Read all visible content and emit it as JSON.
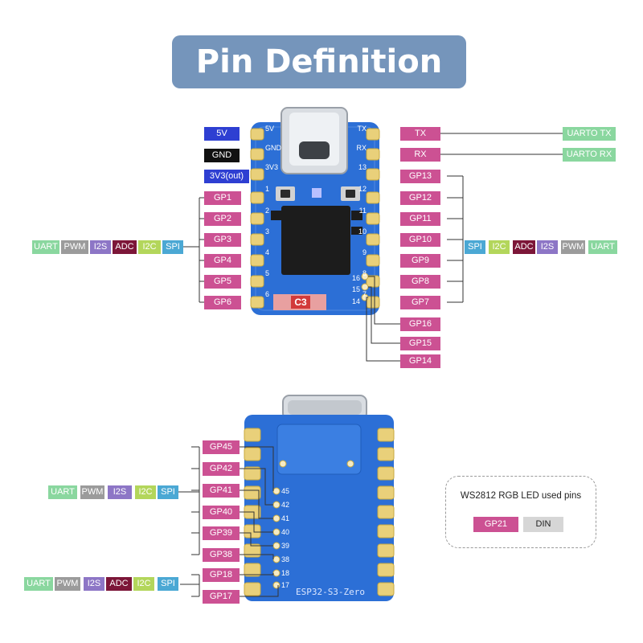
{
  "title": "Pin Definition",
  "top": {
    "power_labels": [
      {
        "text": "5V",
        "style": "blue"
      },
      {
        "text": "GND",
        "style": "black"
      },
      {
        "text": "3V3(out)",
        "style": "blue"
      }
    ],
    "left_pins": [
      "GP1",
      "GP2",
      "GP3",
      "GP4",
      "GP5",
      "GP6"
    ],
    "left_functions": [
      "UART",
      "PWM",
      "I2S",
      "ADC",
      "I2C",
      "SPI"
    ],
    "right_pins": [
      "TX",
      "RX",
      "GP13",
      "GP12",
      "GP11",
      "GP10",
      "GP9",
      "GP8",
      "GP7",
      "GP16",
      "GP15",
      "GP14"
    ],
    "uart_out": [
      "UARTO TX",
      "UARTO RX"
    ],
    "right_functions": [
      "SPI",
      "I2C",
      "ADC",
      "I2S",
      "PWM",
      "UART"
    ],
    "board_left_silk": [
      "5V",
      "GND",
      "3V3",
      "1",
      "2",
      "3",
      "4",
      "5",
      "6"
    ],
    "board_right_silk": [
      "TX",
      "RX",
      "13",
      "12",
      "11",
      "10",
      "9",
      "8",
      "7",
      "16",
      "15",
      "14"
    ],
    "board_chip_label": "C3"
  },
  "bottom": {
    "left_pins": [
      "GP45",
      "GP42",
      "GP41",
      "GP40",
      "GP39",
      "GP38",
      "GP18",
      "GP17"
    ],
    "functions_a": [
      "UART",
      "PWM",
      "I2S",
      "I2C",
      "SPI"
    ],
    "functions_b": [
      "UART",
      "PWM",
      "I2S",
      "ADC",
      "I2C",
      "SPI"
    ],
    "silk_numbers": [
      "45",
      "42",
      "41",
      "40",
      "39",
      "38",
      "18",
      "17"
    ],
    "board_label": "ESP32-S3-Zero"
  },
  "legend": {
    "title": "WS2812 RGB LED used pins",
    "pin": "GP21",
    "signal": "DIN"
  },
  "colors": {
    "pin_label": "#cc5193",
    "board": "#2c6fd6",
    "title_bg": "#7595bb"
  }
}
